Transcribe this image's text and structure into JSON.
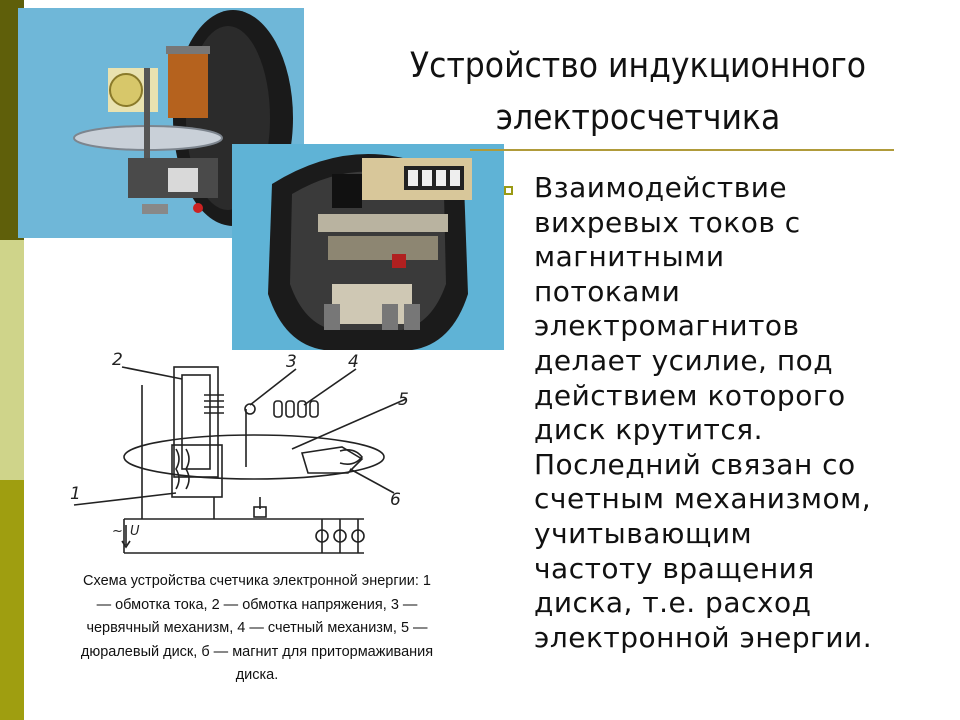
{
  "title": {
    "line1": "Устройство индукционного",
    "line2": "электросчетчика"
  },
  "body": {
    "lines": [
      "Взаимодействие",
      "вихревых токов с",
      "магнитными",
      "потоками",
      "электромагнитов",
      "делает усилие, под",
      "действием которого",
      "диск крутится.",
      "Последний связан со",
      "счетным механизмом,",
      "учитывающим",
      "частоту вращения",
      "диска, т.е. расход",
      "электронной энергии."
    ]
  },
  "diagram": {
    "labels": [
      "1",
      "2",
      "3",
      "4",
      "5",
      "6"
    ],
    "voltage_label": "U",
    "tilde": "~"
  },
  "caption": {
    "lines": [
      "Схема устройства счетчика электронной энергии: 1",
      "— обмотка тока, 2 — обмотка напряжения, 3 —",
      "червячный механизм, 4 — счетный механизм, 5 —",
      "дюралевый диск, б — магнит для притормаживания",
      "диска."
    ]
  },
  "colors": {
    "bar_dark": "#5f5f0a",
    "bar_light": "#cfd48a",
    "bar_olive": "#9f9e10",
    "rule": "#b09b3a",
    "photo_bg": "#6fb7d8"
  }
}
